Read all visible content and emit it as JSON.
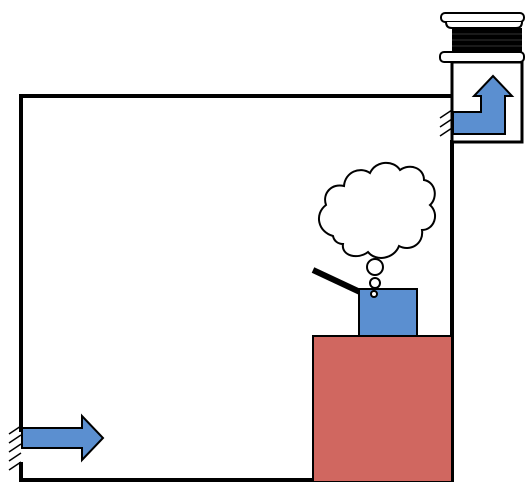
{
  "diagram": {
    "kind": "room-ventilation-schematic",
    "components": [
      "room-outline",
      "inlet-airflow-arrow",
      "outlet-airflow-arrow",
      "exhaust-fan-hood",
      "stove",
      "cooking-pot",
      "pot-handle",
      "steam-bubbles",
      "steam-cloud"
    ],
    "colors": {
      "outline": "#000000",
      "arrow_fill": "#5b8fd0",
      "pot_fill": "#5b8fd0",
      "stove_fill": "#d06760",
      "fan_grille": "#000000",
      "background": "#ffffff"
    }
  }
}
